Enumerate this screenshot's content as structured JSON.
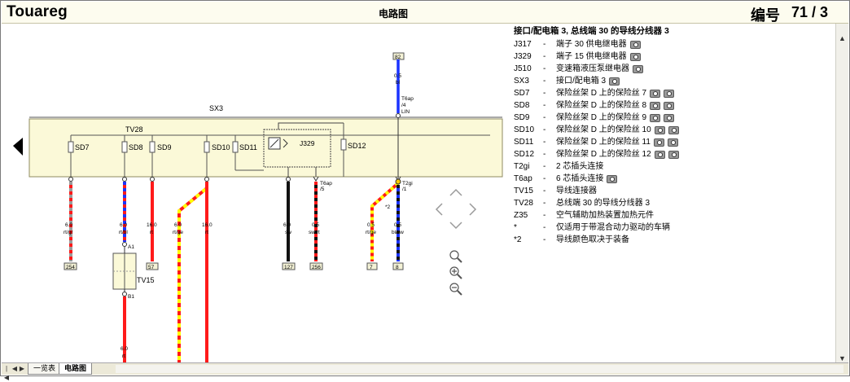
{
  "header": {
    "brand": "Touareg",
    "title": "电路图",
    "page_label": "编号",
    "page_number": "71 / 3"
  },
  "tabs": [
    {
      "label": "一览表"
    },
    {
      "label": "电路图"
    }
  ],
  "legend": {
    "title": "接口/配电箱 3, 总线端 30 的导线分线器 3",
    "items": [
      {
        "code": "J317",
        "desc": "端子 30 供电继电器",
        "cams": 1
      },
      {
        "code": "J329",
        "desc": "端子 15 供电继电器",
        "cams": 1
      },
      {
        "code": "J510",
        "desc": "变速箱液压泵继电器",
        "cams": 1
      },
      {
        "code": "SX3",
        "desc": "接口/配电箱 3",
        "cams": 1
      },
      {
        "code": "SD7",
        "desc": "保险丝架 D 上的保险丝 7",
        "cams": 2
      },
      {
        "code": "SD8",
        "desc": "保险丝架 D 上的保险丝 8",
        "cams": 2
      },
      {
        "code": "SD9",
        "desc": "保险丝架 D 上的保险丝 9",
        "cams": 2
      },
      {
        "code": "SD10",
        "desc": "保险丝架 D 上的保险丝 10",
        "cams": 2
      },
      {
        "code": "SD11",
        "desc": "保险丝架 D 上的保险丝 11",
        "cams": 2
      },
      {
        "code": "SD12",
        "desc": "保险丝架 D 上的保险丝 12",
        "cams": 2
      },
      {
        "code": "T2gi",
        "desc": "2 芯插头连接",
        "cams": 0
      },
      {
        "code": "T6ap",
        "desc": "6 芯插头连接",
        "cams": 1
      },
      {
        "code": "TV15",
        "desc": "导线连接器",
        "cams": 0
      },
      {
        "code": "TV28",
        "desc": "总线端 30 的导线分线器 3",
        "cams": 0
      },
      {
        "code": "Z35",
        "desc": "空气辅助加热装置加热元件",
        "cams": 0
      },
      {
        "code": "*",
        "desc": "仅适用于带混合动力驱动的车辆",
        "cams": 0
      },
      {
        "code": "*2",
        "desc": "导线颜色取决于装备",
        "cams": 0
      }
    ]
  },
  "diagram": {
    "box_label": "SX3",
    "bus_label": "TV28",
    "relay_label": "J329",
    "fuses": [
      "SD7",
      "SD8",
      "SD9",
      "SD10",
      "SD11",
      "SD12"
    ],
    "top_wire": {
      "ref": "82",
      "size": "0.5",
      "color": "bl",
      "conn": "T6ap",
      "pin": "/4",
      "extra": "LIN"
    },
    "wires": [
      {
        "size": "6.0",
        "color": "rt/gr",
        "ref": "254"
      },
      {
        "size": "6.0",
        "color": "rt/bl",
        "ref": ""
      },
      {
        "size": "16.0",
        "color": "rt",
        "ref": "57"
      },
      {
        "size": "6.0",
        "color": "rt/ge",
        "ref": ""
      },
      {
        "size": "16.0",
        "color": "rt",
        "ref": ""
      },
      {
        "size": "6.0",
        "color": "sw",
        "ref": "127"
      },
      {
        "size": "0.5",
        "color": "sw/rt",
        "ref": "256"
      },
      {
        "size": "0.5",
        "color": "rt/ge",
        "ref": "7"
      },
      {
        "size": "0.5",
        "color": "bl/sw",
        "ref": "8"
      }
    ],
    "conn_labels": {
      "t6ap_5": "T6ap",
      "t6ap_5_pin": "/5",
      "t2gi": "T2gi",
      "t2gi_pin": "/1",
      "star2": "*2",
      "a1": "A1",
      "b1": "B1"
    },
    "tv15": "TV15",
    "lower_wire": {
      "size": "6.0",
      "color": "rt"
    }
  },
  "colors": {
    "red": "#ff1a1a",
    "yellow": "#ffff00",
    "blue": "#1a33ff",
    "black": "#111111",
    "gray": "#9a9a9a",
    "box": "#fbf9d8"
  }
}
